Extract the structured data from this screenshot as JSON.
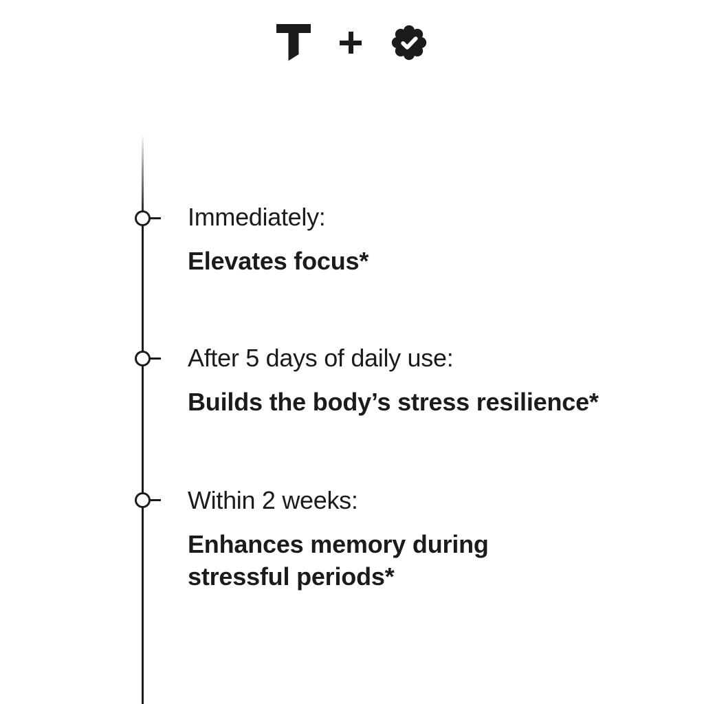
{
  "page": {
    "background_color": "#ffffff",
    "ink_color": "#1b1b1b"
  },
  "header": {
    "brand_letter": "T",
    "plus_symbol": "+",
    "badge_icon": "verified-seal-check"
  },
  "timeline": {
    "items": [
      {
        "label": "Immediately:",
        "benefit": "Elevates focus*"
      },
      {
        "label": "After 5 days of daily use:",
        "benefit": "Builds the body’s stress resilience*"
      },
      {
        "label": "Within 2 weeks:",
        "benefit": "Enhances memory during\nstressful periods*"
      }
    ]
  }
}
